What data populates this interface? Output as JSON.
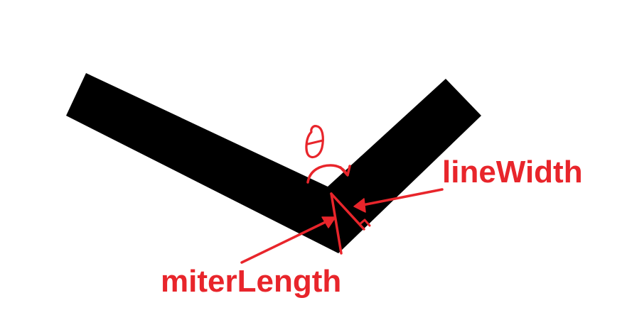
{
  "diagram": {
    "labels": {
      "line_width": "lineWidth",
      "miter_length": "miterLength",
      "angle_symbol": "θ"
    },
    "colors": {
      "stroke": "#000000",
      "annotation": "#e8252b",
      "background": "#ffffff"
    }
  }
}
